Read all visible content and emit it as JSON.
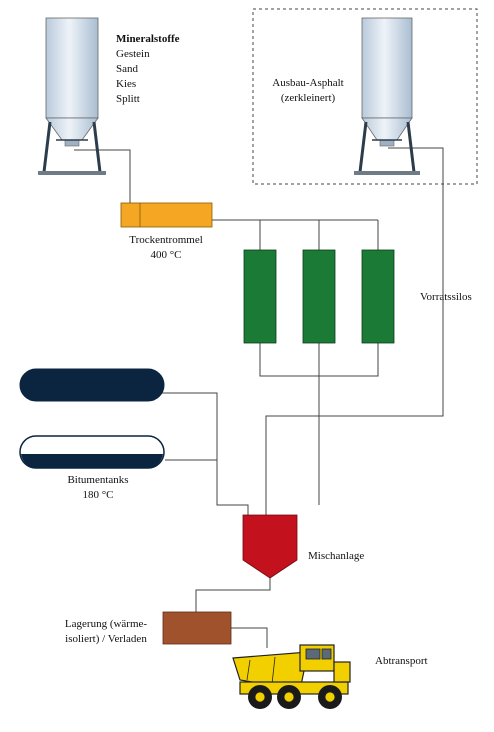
{
  "minerals": {
    "title": "Mineralstoffe",
    "items": [
      "Gestein",
      "Sand",
      "Kies",
      "Splitt"
    ]
  },
  "reclaimed": {
    "line1": "Ausbau-Asphalt",
    "line2": "(zerkleinert)"
  },
  "dryer": {
    "line1": "Trockentrommel",
    "line2": "400 °C"
  },
  "silos": {
    "label": "Vorratssilos"
  },
  "bitumen": {
    "line1": "Bitumentanks",
    "line2": "180 °C"
  },
  "mixer": {
    "label": "Mischanlage"
  },
  "storage": {
    "line1": "Lagerung (wärme-",
    "line2": "isoliert) / Verladen"
  },
  "transport": {
    "label": "Abtransport"
  },
  "colors": {
    "silo_body": "#d6e2ee",
    "dryer": "#f5a623",
    "storage_silos": "#1b7a35",
    "bitumen_tank": "#0b2440",
    "mixer": "#c3121e",
    "storage_box": "#a0522d",
    "truck": "#f2d000",
    "line": "#444444"
  }
}
